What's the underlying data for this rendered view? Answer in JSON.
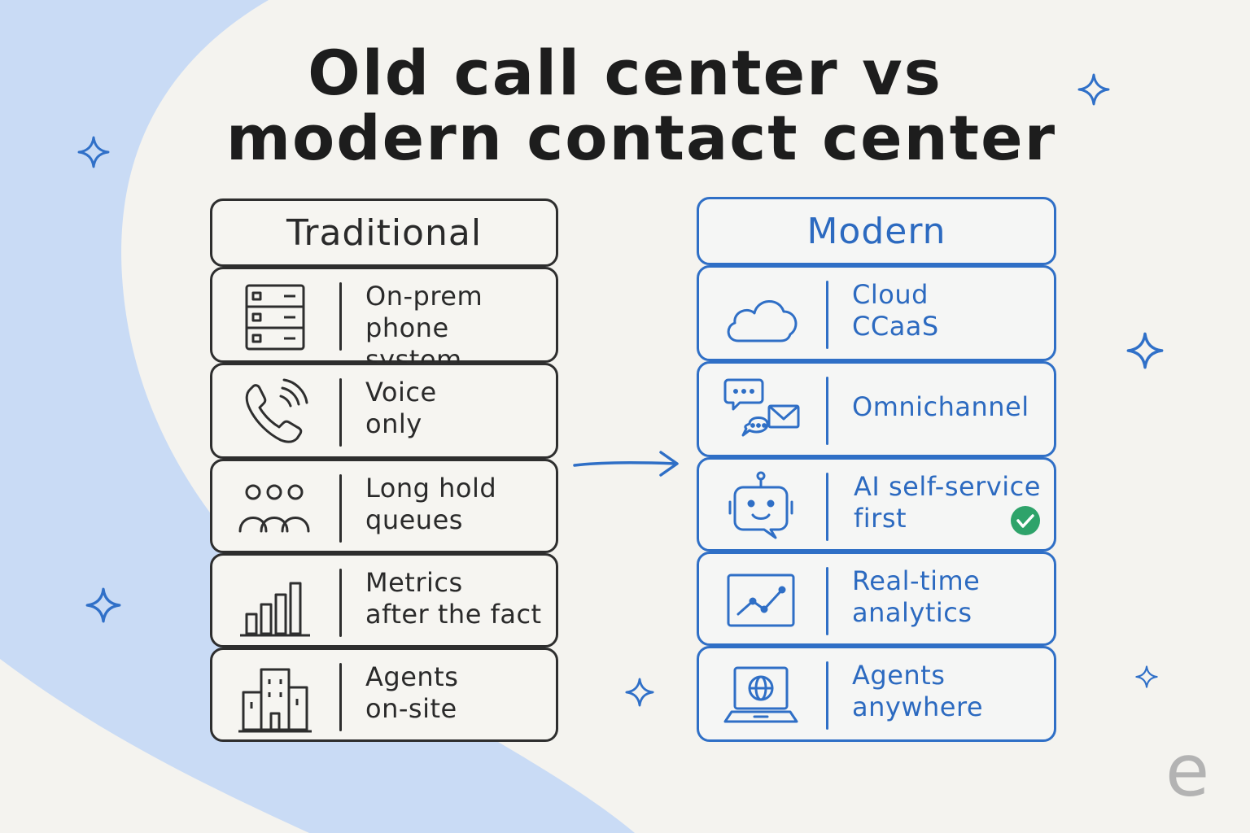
{
  "title": {
    "line1": "Old call center vs",
    "line2": "modern contact center"
  },
  "traditional": {
    "header": "Traditional",
    "items": [
      {
        "line1": "On-prem",
        "line2": "phone system",
        "icon": "server-rack-icon"
      },
      {
        "line1": "Voice",
        "line2": "only",
        "icon": "phone-icon"
      },
      {
        "line1": "Long hold",
        "line2": "queues",
        "icon": "people-queue-icon"
      },
      {
        "line1": "Metrics",
        "line2": "after the fact",
        "icon": "bar-chart-icon"
      },
      {
        "line1": "Agents",
        "line2": "on-site",
        "icon": "office-building-icon"
      }
    ]
  },
  "modern": {
    "header": "Modern",
    "items": [
      {
        "line1": "Cloud",
        "line2": "CCaaS",
        "icon": "cloud-icon"
      },
      {
        "line1": "Omnichannel",
        "line2": "",
        "icon": "chat-mail-icon"
      },
      {
        "line1": "AI self-service",
        "line2": "first",
        "icon": "robot-icon",
        "badge": "check-icon"
      },
      {
        "line1": "Real-time",
        "line2": "analytics",
        "icon": "line-chart-icon"
      },
      {
        "line1": "Agents",
        "line2": "anywhere",
        "icon": "laptop-globe-icon"
      }
    ]
  },
  "brand": {
    "logo_text": "e"
  },
  "colors": {
    "background": "#f4f3ef",
    "blob": "#c9dbf5",
    "traditional": "#2e2e2e",
    "modern": "#2f6fc6",
    "check": "#2ea36a",
    "star": "#3070c8"
  }
}
